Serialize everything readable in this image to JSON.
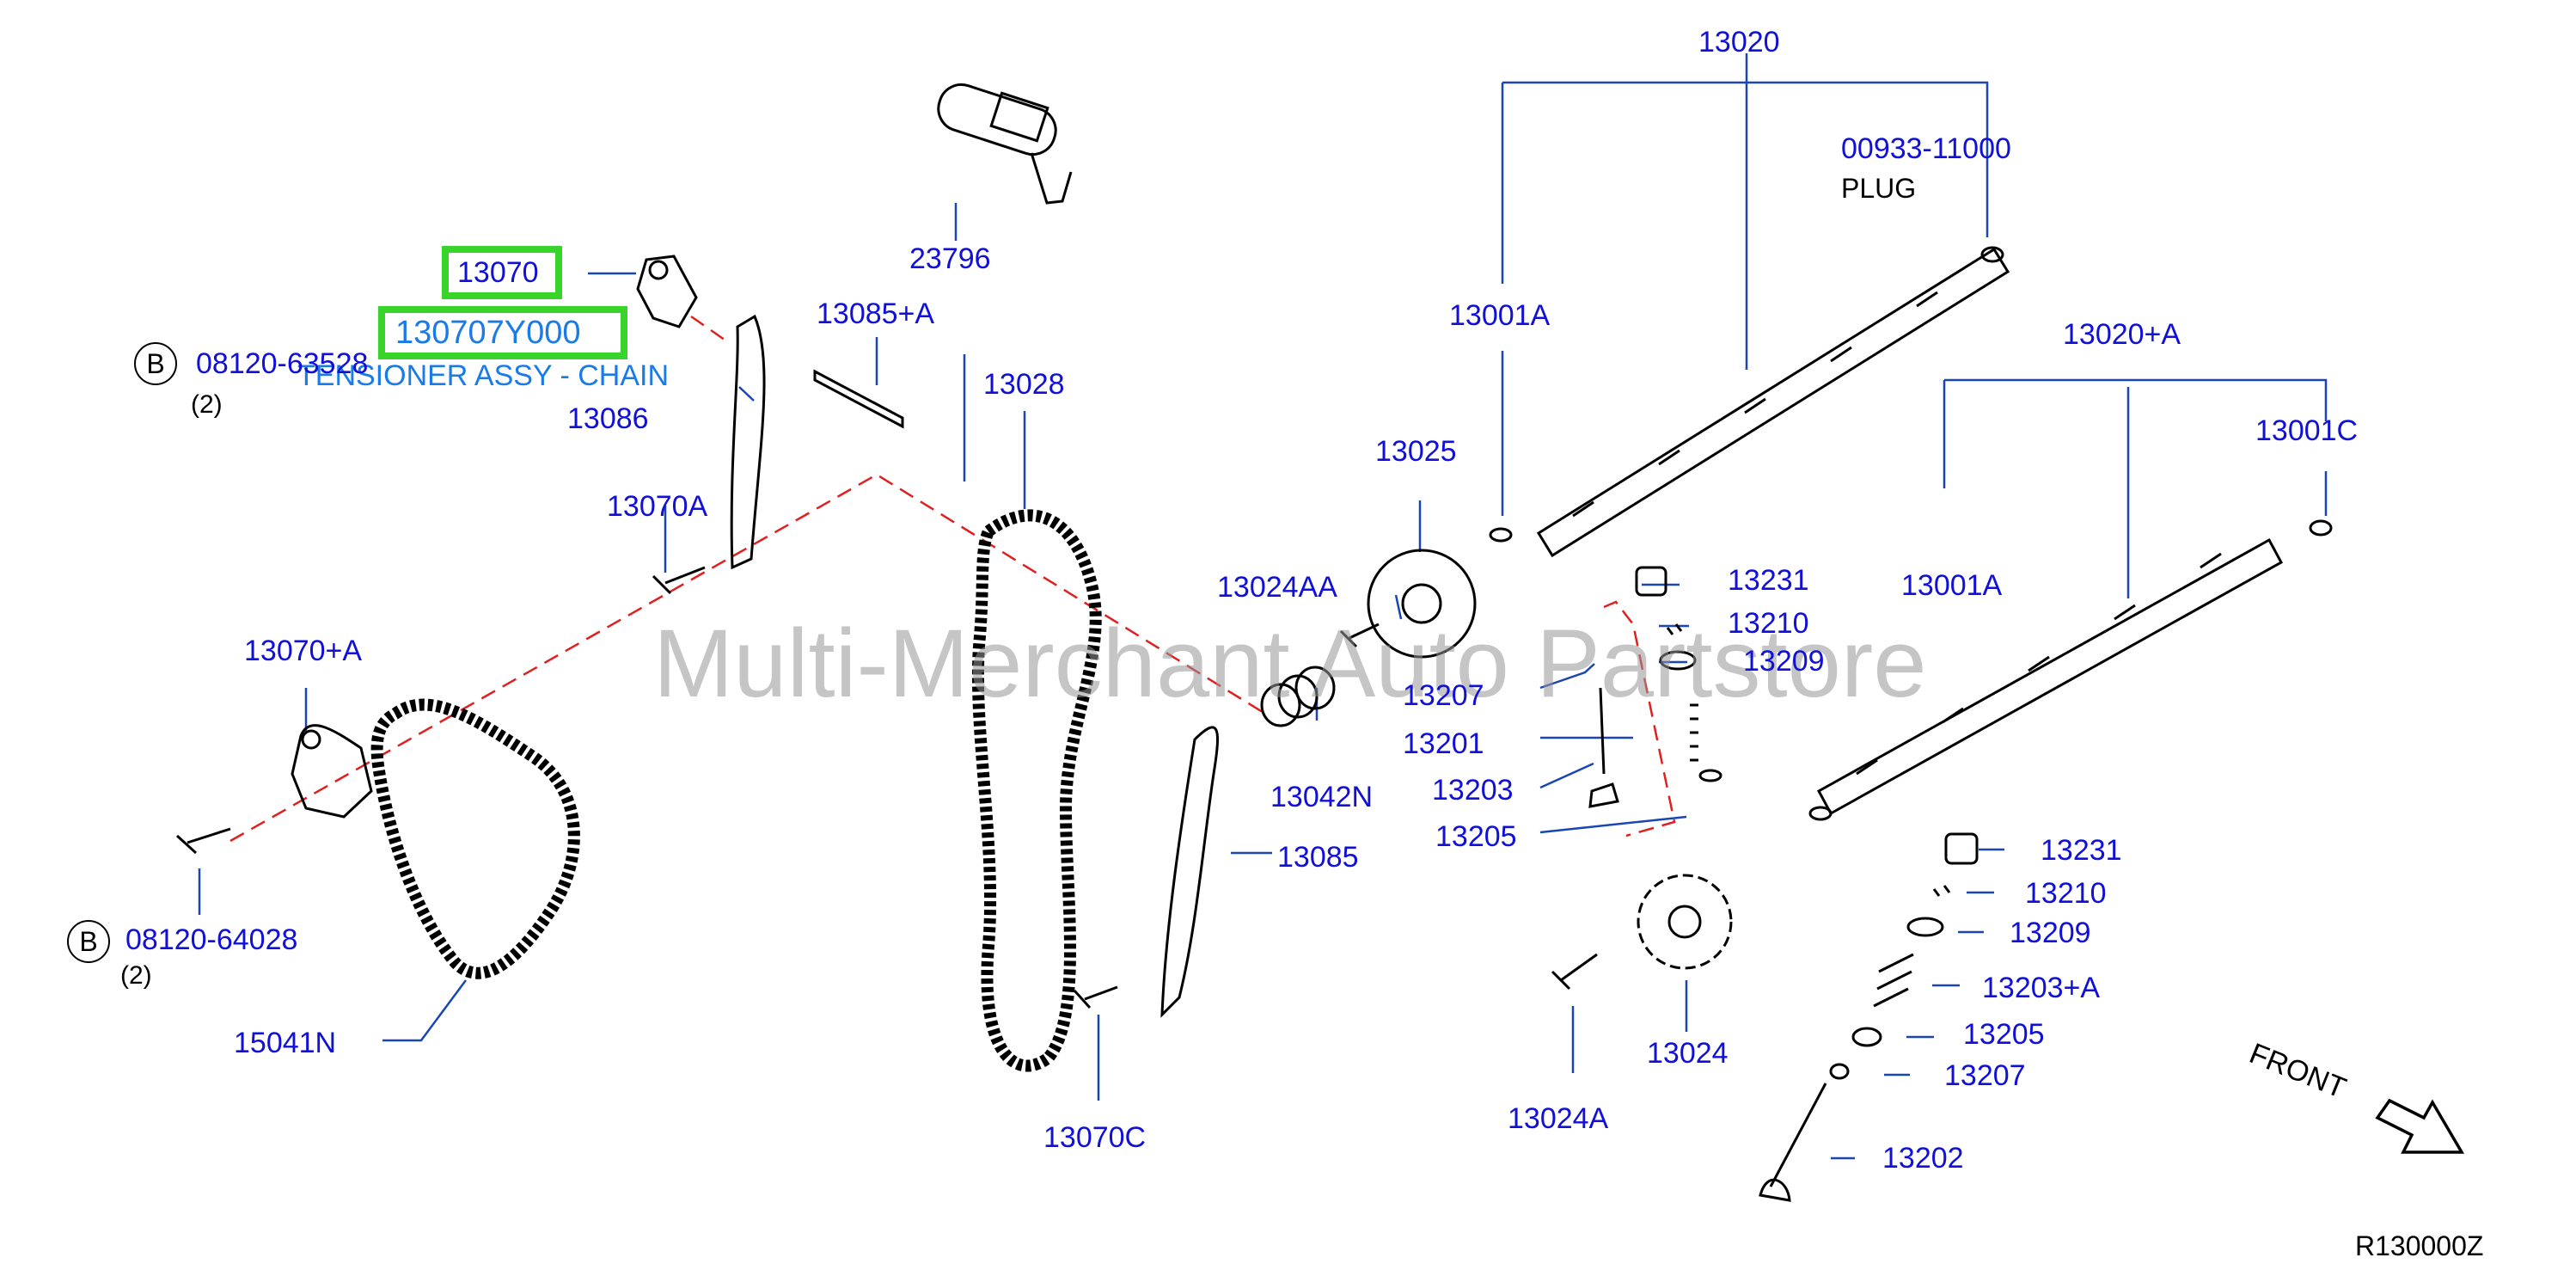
{
  "diagram": {
    "watermark": "Multi-Merchant Auto Partstore",
    "reference_code": "R130000Z",
    "front_label": "FRONT",
    "plug_label": "PLUG",
    "tooltip_label": "TENSIONER ASSY - CHAIN",
    "highlight_part": "13070",
    "highlight_partnumber": "130707Y000",
    "callout_b_1": "B",
    "callout_b_2": "B",
    "qty_1": "(2)",
    "qty_2": "(2)",
    "parts": {
      "p13020": "13020",
      "p00933": "00933-11000",
      "p23796": "23796",
      "p13085A": "13085+A",
      "p13001A_top": "13001A",
      "p13020A": "13020+A",
      "p08120_63528": "08120-63528",
      "p13086": "13086",
      "p13028": "13028",
      "p13025": "13025",
      "p13001C": "13001C",
      "p13070A": "13070A",
      "p13024AA": "13024AA",
      "p13231_top": "13231",
      "p13001A_right": "13001A",
      "p13210_top": "13210",
      "p13070plusA": "13070+A",
      "p13209_top": "13209",
      "p13207_top": "13207",
      "p13201": "13201",
      "p13042N": "13042N",
      "p13203": "13203",
      "p13205_top": "13205",
      "p13085": "13085",
      "p13231_bot": "13231",
      "p13210_bot": "13210",
      "p08120_64028": "08120-64028",
      "p13209_bot": "13209",
      "p13203A": "13203+A",
      "p13205_bot": "13205",
      "p15041N": "15041N",
      "p13024": "13024",
      "p13207_bot": "13207",
      "p13024A": "13024A",
      "p13070C": "13070C",
      "p13202": "13202"
    },
    "colors": {
      "part_label": "#1010d8",
      "leader": "#1a46b4",
      "highlight": "#39d42b",
      "tooltip": "#1a7be8",
      "phantom": "#e02020"
    }
  }
}
